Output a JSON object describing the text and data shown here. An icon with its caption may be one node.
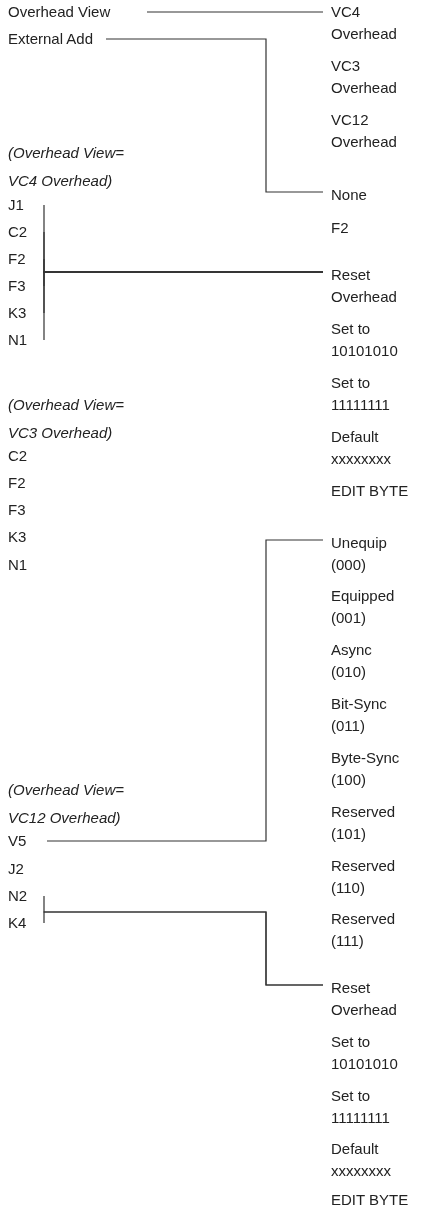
{
  "diagram": {
    "nodes": [
      {
        "text": [
          "Overhead View"
        ]
      },
      {
        "text": [
          "External Add"
        ]
      },
      {
        "text": [
          "VC4 Overhead"
        ]
      },
      {
        "text": [
          "VC3 Overhead"
        ]
      },
      {
        "text": [
          "VC12 Overhead"
        ]
      },
      {
        "text": [
          "None"
        ]
      },
      {
        "text": [
          "F2"
        ]
      },
      {
        "text": [
          "J1"
        ]
      },
      {
        "text": [
          "C2"
        ]
      },
      {
        "text": [
          "F2"
        ]
      },
      {
        "text": [
          "F3"
        ]
      },
      {
        "text": [
          "K3"
        ]
      },
      {
        "text": [
          "N1"
        ]
      },
      {
        "text": [
          "Reset Overhead"
        ]
      },
      {
        "text": [
          "Set to 10101010"
        ]
      },
      {
        "text": [
          "Set to 11111111"
        ]
      },
      {
        "text": [
          "Default xxxxxxxx"
        ]
      },
      {
        "text": [
          "EDIT BYTE"
        ]
      },
      {
        "text": [
          "C2"
        ]
      },
      {
        "text": [
          "F2"
        ]
      },
      {
        "text": [
          "F3"
        ]
      },
      {
        "text": [
          "K3"
        ]
      },
      {
        "text": [
          "N1"
        ]
      },
      {
        "text": [
          "Unequip (000)"
        ]
      },
      {
        "text": [
          "Equipped (001)"
        ]
      },
      {
        "text": [
          "Async (010)"
        ]
      },
      {
        "text": [
          "Bit-Sync (011)"
        ]
      },
      {
        "text": [
          "Byte-Sync (100)"
        ]
      },
      {
        "text": [
          "Reserved (101)"
        ]
      },
      {
        "text": [
          "Reserved (110)"
        ]
      },
      {
        "text": [
          "Reserved (111)"
        ]
      },
      {
        "text": [
          "V5"
        ]
      },
      {
        "text": [
          "J2"
        ]
      },
      {
        "text": [
          "N2"
        ]
      },
      {
        "text": [
          "K4"
        ]
      },
      {
        "text": [
          "Reset Overhead"
        ]
      },
      {
        "text": [
          "Set to 10101010"
        ]
      },
      {
        "text": [
          "Set to 11111111"
        ]
      },
      {
        "text": [
          "Default xxxxxxxx"
        ]
      },
      {
        "text": [
          "EDIT BYTE"
        ]
      }
    ],
    "edges": [
      {
        "from": 0,
        "to": 2,
        "arrow": "none"
      },
      {
        "from": 1,
        "to": 5,
        "arrow": "none"
      },
      {
        "from": 7,
        "to": 13,
        "arrow": "none"
      },
      {
        "from": 8,
        "to": 13,
        "arrow": "none"
      },
      {
        "from": 9,
        "to": 13,
        "arrow": "none"
      },
      {
        "from": 10,
        "to": 13,
        "arrow": "none"
      },
      {
        "from": 11,
        "to": 13,
        "arrow": "none"
      },
      {
        "from": 12,
        "to": 13,
        "arrow": "none"
      },
      {
        "from": 31,
        "to": 23,
        "arrow": "none"
      },
      {
        "from": 33,
        "to": 35,
        "arrow": "none"
      },
      {
        "from": 34,
        "to": 35,
        "arrow": "none"
      }
    ],
    "labels": [
      "(Overhead View= VC4 Overhead)",
      "(Overhead View= VC3 Overhead)",
      "(Overhead View= VC12 Overhead)"
    ]
  }
}
